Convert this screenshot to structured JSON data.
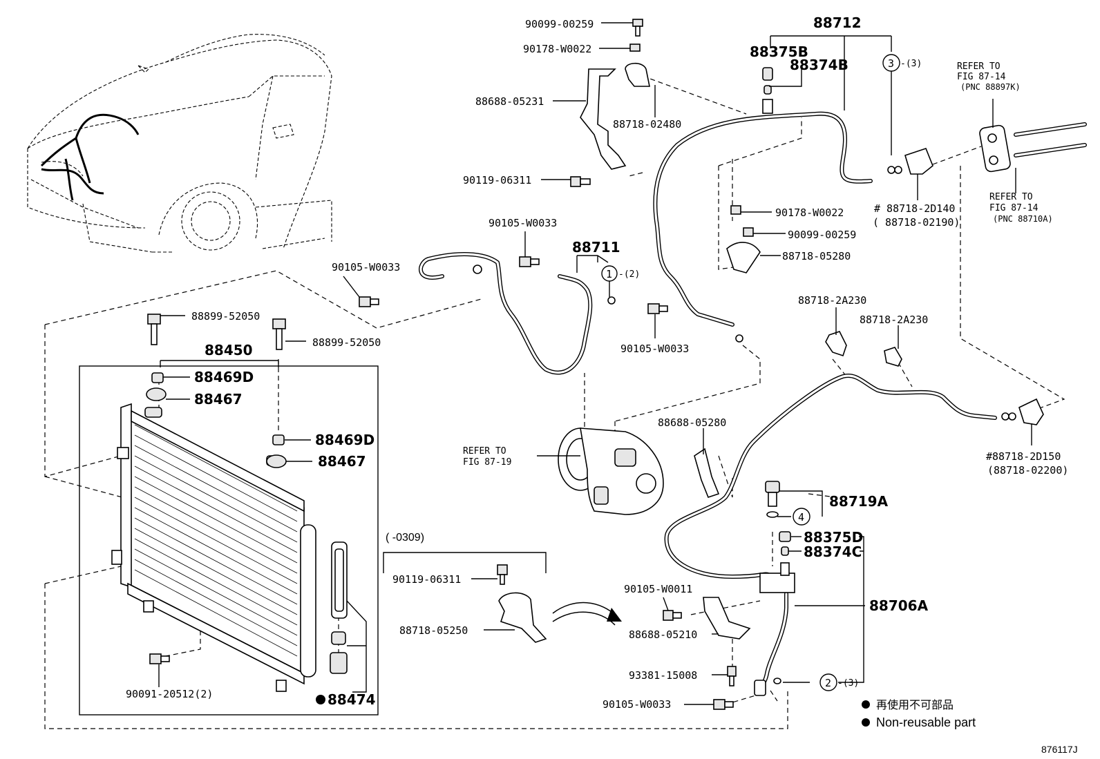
{
  "labels": {
    "p90099_top": "90099-00259",
    "p90178_top": "90178-W0022",
    "p88688_05231": "88688-05231",
    "p88718_02480": "88718-02480",
    "p90119_top": "90119-06311",
    "p90105_a": "90105-W0033",
    "p90105_b": "90105-W0033",
    "p88711": "88711",
    "c1_qty": "-(2)",
    "p90105_c": "90105-W0033",
    "p88712": "88712",
    "p88375B": "88375B",
    "p88374B": "88374B",
    "c3_qty": "-(3)",
    "p90178_mid": "90178-W0022",
    "p90099_mid": "90099-00259",
    "p88718_05280": "88718-05280",
    "p88718_2D140": "# 88718-2D140",
    "p88718_02190": "( 88718-02190)",
    "ref_8714_k_1": "REFER TO",
    "ref_8714_k_2": "FIG 87-14",
    "ref_8714_k_3": "(PNC 88897K)",
    "ref_8714_a_1": "REFER TO",
    "ref_8714_a_2": "FIG 87-14",
    "ref_8714_a_3": "(PNC 88710A)",
    "p88718_2A230_a": "88718-2A230",
    "p88718_2A230_b": "88718-2A230",
    "p88718_2D150": "#88718-2D150",
    "p88718_02200": "(88718-02200)",
    "p88899_a": "88899-52050",
    "p88899_b": "88899-52050",
    "p88450": "88450",
    "p88469D_a": "88469D",
    "p88467_a": "88467",
    "p88469D_b": "88469D",
    "p88467_b": "88467",
    "ref_8719_1": "REFER TO",
    "ref_8719_2": "FIG 87-19",
    "p88688_05280": "88688-05280",
    "p88719A": "88719A",
    "p88375D": "88375D",
    "p88374C": "88374C",
    "p88706A": "88706A",
    "date_range": "(    -0309)",
    "p90119_low": "90119-06311",
    "p88718_05250": "88718-05250",
    "p90105_W0011": "90105-W0011",
    "p88688_05210": "88688-05210",
    "p93381": "93381-15008",
    "p90105_d": "90105-W0033",
    "p90091": "90091-20512(2)",
    "p88474": "88474",
    "c2_qty": "-(3)",
    "c1": "1",
    "c2": "2",
    "c3": "3",
    "c4": "4",
    "legend_jp": "再使用不可部品",
    "legend_en": "Non-reusable part",
    "figure_id": "876117J"
  }
}
